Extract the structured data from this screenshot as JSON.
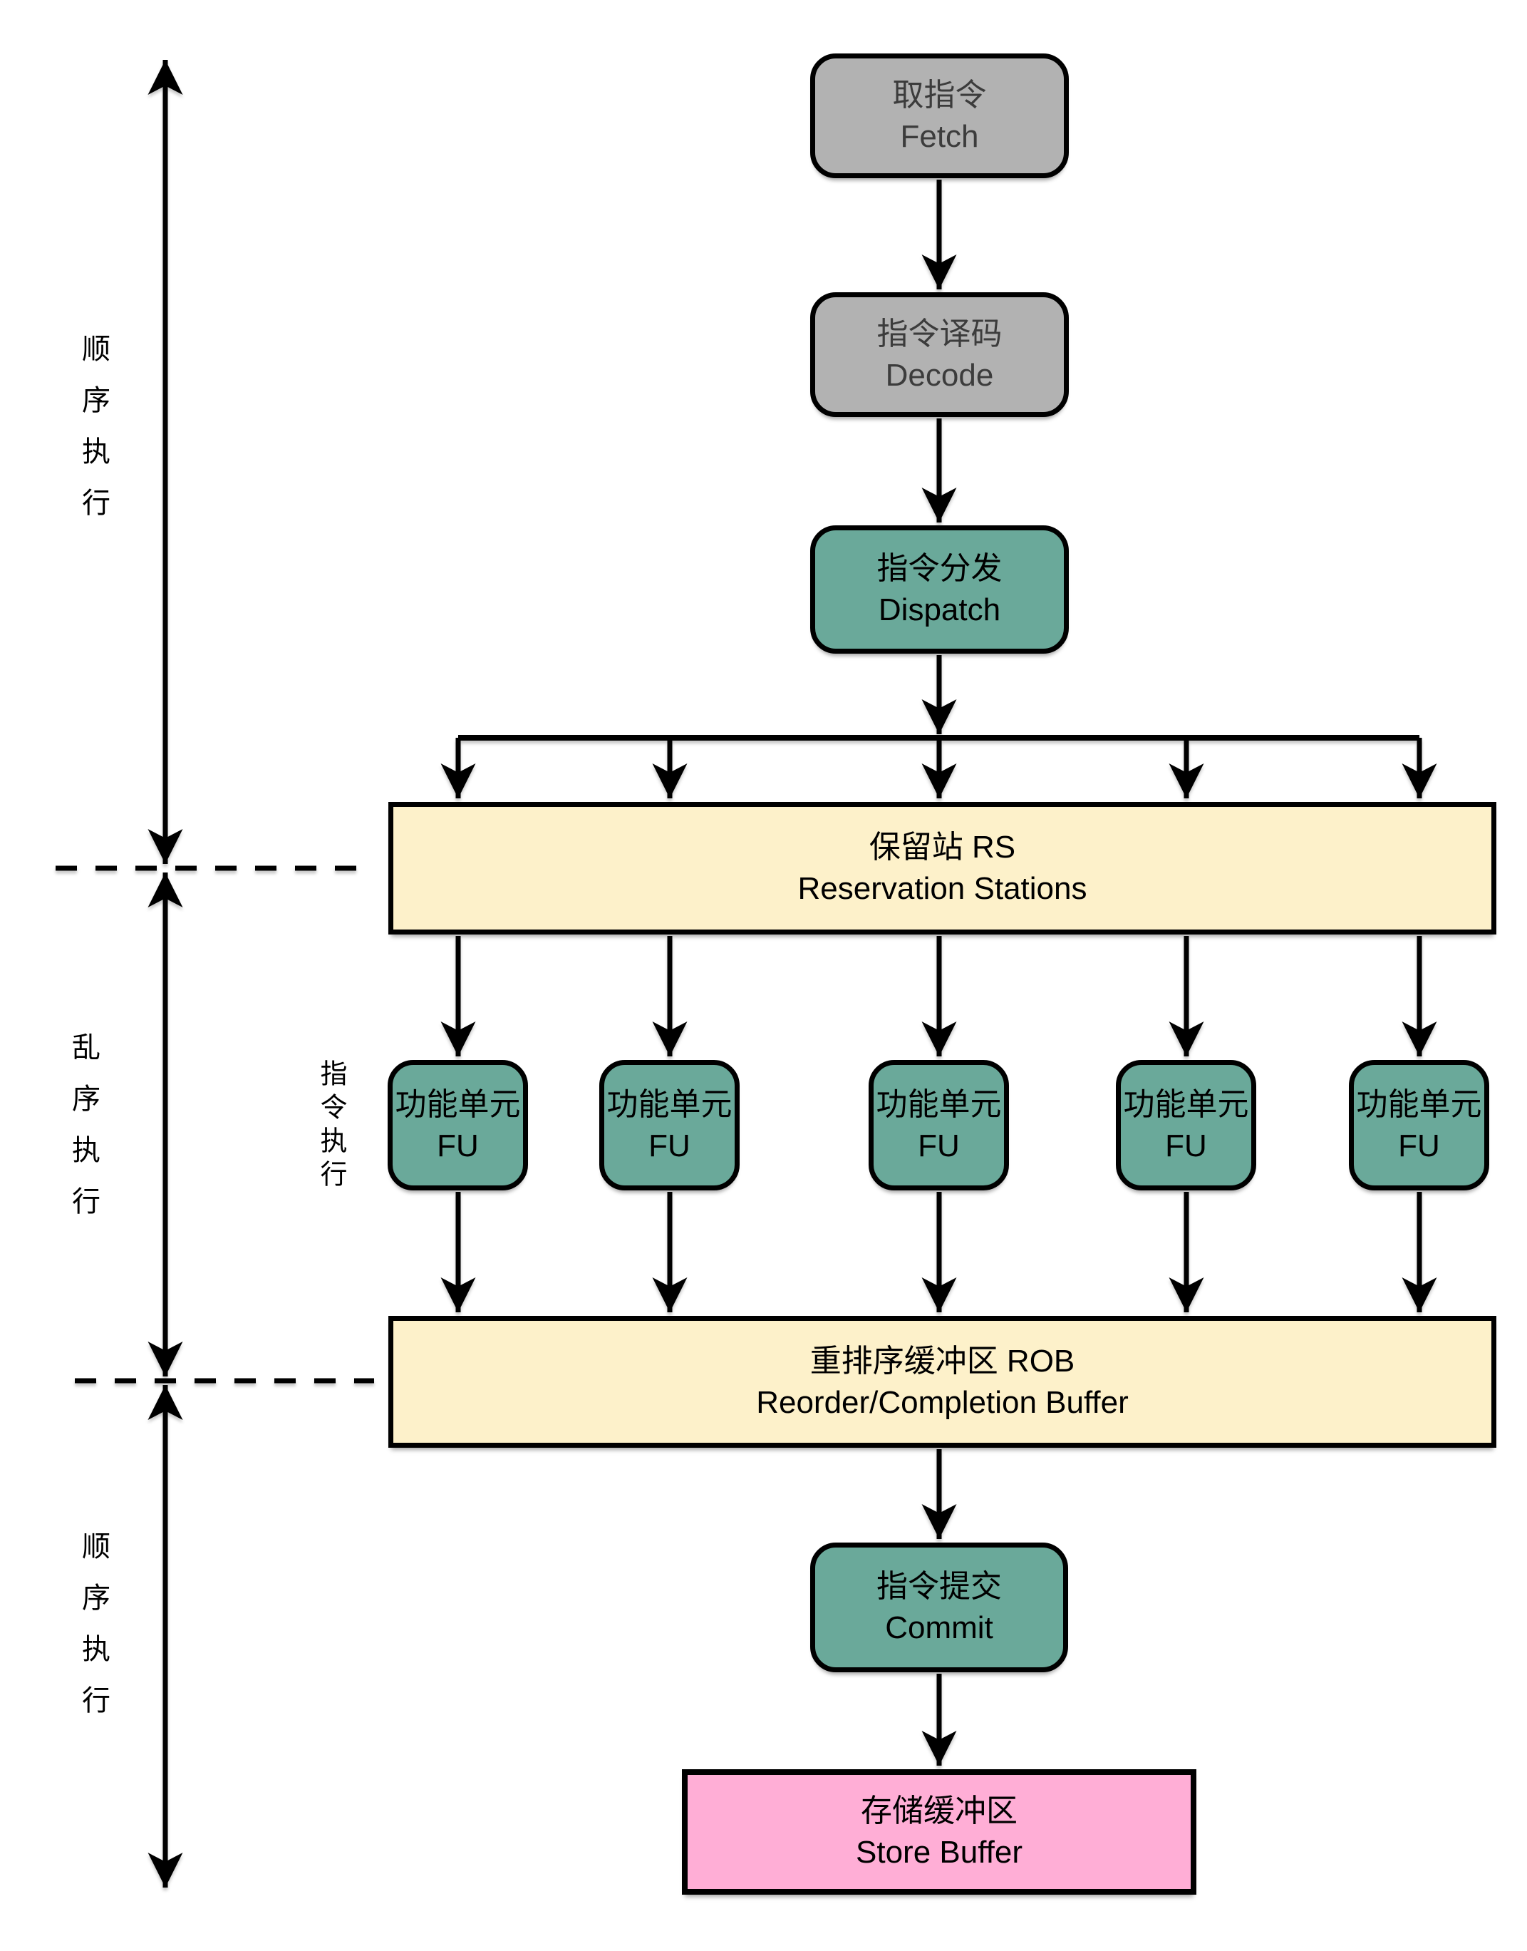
{
  "diagram": {
    "stages": {
      "fetch": {
        "zh": "取指令",
        "en": "Fetch"
      },
      "decode": {
        "zh": "指令译码",
        "en": "Decode"
      },
      "dispatch": {
        "zh": "指令分发",
        "en": "Dispatch"
      },
      "reservation_stations": {
        "zh": "保留站 RS",
        "en": "Reservation Stations"
      },
      "functional_unit": {
        "zh": "功能单元",
        "en": "FU"
      },
      "reorder_buffer": {
        "zh": "重排序缓冲区 ROB",
        "en": "Reorder/Completion Buffer"
      },
      "commit": {
        "zh": "指令提交",
        "en": "Commit"
      },
      "store_buffer": {
        "zh": "存储缓冲区",
        "en": "Store Buffer"
      }
    },
    "side_labels": {
      "in_order_top": "顺序执行",
      "out_of_order_middle": "乱序执行",
      "in_order_bottom": "顺序执行",
      "instruction_execute": "指令执行"
    },
    "colors": {
      "stage_gray": "#b2b2b2",
      "stage_teal": "#6aa99a",
      "buffer_yellow": "#fdf1ca",
      "store_pink": "#ffaed6",
      "line_black": "#000000"
    }
  }
}
